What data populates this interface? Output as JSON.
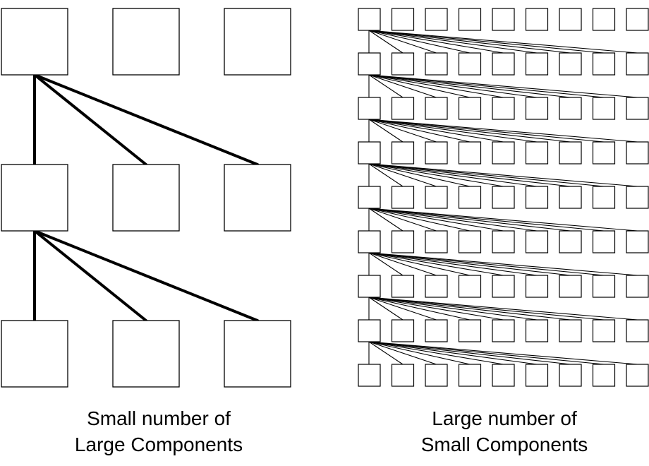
{
  "left_panel": {
    "caption_line1": "Small number of",
    "caption_line2": "Large Components",
    "grid_rows": 3,
    "grid_cols": 3
  },
  "right_panel": {
    "caption_line1": "Large number of",
    "caption_line2": "Small Components",
    "grid_rows": 9,
    "grid_cols": 9
  },
  "colors": {
    "stroke": "#000000",
    "box_fill": "#ffffff",
    "background": "#ffffff"
  }
}
